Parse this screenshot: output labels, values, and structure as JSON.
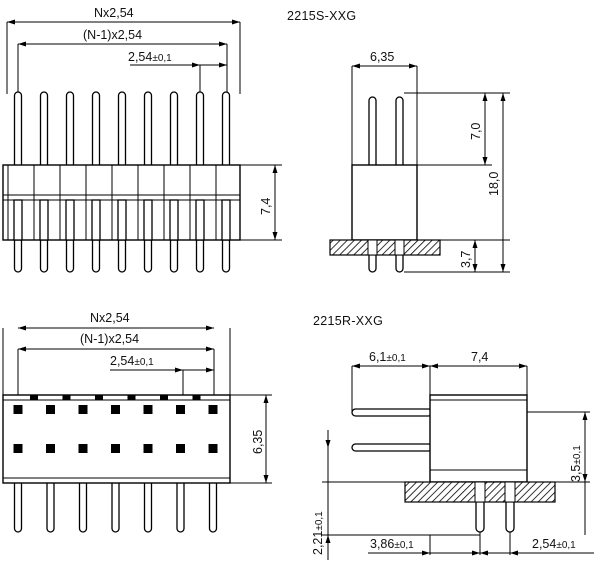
{
  "views": {
    "top_left": {
      "dim_total": "Nx2,54",
      "dim_inner": "(N-1)x2,54",
      "dim_pitch": "2,54",
      "dim_pitch_tol": "±0,1",
      "dim_height": "7,4"
    },
    "top_right": {
      "title": "2215S-XXG",
      "dim_width": "6,35",
      "dim_upper": "7,0",
      "dim_total": "18,0",
      "dim_lower": "3,7"
    },
    "bottom_left": {
      "dim_total": "Nx2,54",
      "dim_inner": "(N-1)x2,54",
      "dim_pitch": "2,54",
      "dim_pitch_tol": "±0,1",
      "dim_height": "6,35"
    },
    "bottom_right": {
      "title": "2215R-XXG",
      "dim_left": "6,1",
      "dim_left_tol": "±0,1",
      "dim_right": "7,4",
      "dim_vertical": "3,5",
      "dim_vertical_tol": "±0,1",
      "dim_lower_left": "2,21",
      "dim_lower_left_tol": "±0,1",
      "dim_bottom_a": "3,86",
      "dim_bottom_a_tol": "±0,1",
      "dim_bottom_b": "2,54",
      "dim_bottom_b_tol": "±0,1"
    }
  }
}
